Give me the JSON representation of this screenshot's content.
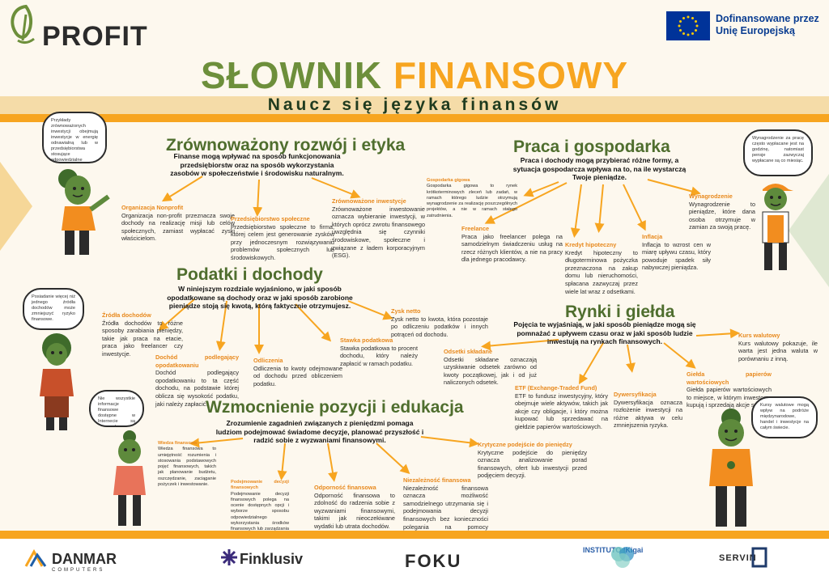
{
  "header": {
    "brand": "PROFIT",
    "eu_text": "Dofinansowane przez Unię Europejską",
    "title_part1": "SŁOWNIK",
    "title_part2": "FINANSOWY",
    "subtitle": "Naucz się języka finansów"
  },
  "colors": {
    "green": "#6d8f3b",
    "orange": "#f7a520",
    "dark_green": "#4f6e2e",
    "eu_blue": "#003399"
  },
  "bubbles": {
    "b1": "Przykłady zrównoważonych inwestycji obejmują inwestycje w energię odnawialną lub w przedsiębiorstwa stosujące odpowiedzialne praktyki pracownicze i środowiskowe.",
    "b2": "Wynagrodzenie za pracę często wypłacane jest na godzinę, natomiast pensje zazwyczaj wypłacane są co miesiąc.",
    "b3": "Posiadanie więcej niż jednego źródła dochodów może zmniejszyć ryzyko finansowe.",
    "b4": "Nie wszystkie informacje finansowe dostępne w Internecie są wiarygodne.",
    "b5": "Kursy walutowe mogą wpływ na podróże międzynarodowe, handel i inwestycje na całym świecie."
  },
  "sections": {
    "s1": {
      "title": "Zrównoważony rozwój i etyka",
      "lead": "Finanse mogą wpływać na sposób funkcjonowania przedsiębiorstw oraz na sposób wykorzystania zasobów w społeczeństwie i środowisku naturalnym.",
      "terms": [
        {
          "t": "Organizacja Nonprofit",
          "d": "Organizacja non-profit przeznacza swoje dochody na realizację misji lub celów społecznych, zamiast wypłacać zyski właścicielom."
        },
        {
          "t": "Przedsiębiorstwo społeczne",
          "d": "Przedsiębiorstwo społeczne to firma, której celem jest generowanie zysków przy jednoczesnym rozwiązywaniu problemów społecznych lub środowiskowych."
        },
        {
          "t": "Zrównoważone inwestycje",
          "d": "Zrównoważone inwestowanie oznacza wybieranie inwestycji, w których oprócz zwrotu finansowego uwzględnia się czynniki środowiskowe, społeczne i związane z ładem korporacyjnym (ESG)."
        }
      ]
    },
    "s2": {
      "title": "Praca i gospodarka",
      "lead": "Praca i dochody mogą przybierać różne formy, a sytuacja gospodarcza wpływa na to, na ile wystarczą Twoje pieniądze.",
      "terms": [
        {
          "t": "Gospodarka gigowa",
          "d": "Gospodarka gigowa to rynek krótkoterminowych zleceń lub zadań, w ramach którego ludzie otrzymują wynagrodzenie za realizację poszczególnych projektów, a nie w ramach stałego zatrudnienia."
        },
        {
          "t": "Freelance",
          "d": "Praca jako freelancer polega na samodzielnym świadczeniu usług na rzecz różnych klientów, a nie na pracy dla jednego pracodawcy."
        },
        {
          "t": "Kredyt hipoteczny",
          "d": "Kredyt hipoteczny to długoterminowa pożyczka przeznaczona na zakup domu lub nieruchomości, spłacana zazwyczaj przez wiele lat wraz z odsetkami."
        },
        {
          "t": "Inflacja",
          "d": "Inflacja to wzrost cen w miarę upływu czasu, który powoduje spadek siły nabywczej pieniądza."
        },
        {
          "t": "Wynagrodzenie",
          "d": "Wynagrodzenie to pieniądze, które dana osoba otrzymuje w zamian za swoją pracę."
        }
      ]
    },
    "s3": {
      "title": "Podatki i dochody",
      "lead": "W niniejszym rozdziale wyjaśniono, w jaki sposób opodatkowane są dochody oraz w jaki sposób zarobione pieniądze stoją się kwotą, którą faktycznie otrzymujesz.",
      "terms": [
        {
          "t": "Źródła dochodów",
          "d": "Źródła dochodów to różne sposoby zarabiania pieniędzy, takie jak praca na etacie, praca jako freelancer czy inwestycje."
        },
        {
          "t": "Dochód podlegający opodatkowaniu",
          "d": "Dochód podlegający opodatkowaniu to ta część dochodu, na podstawie której oblicza się wysokość podatku, jaki należy zapłacić."
        },
        {
          "t": "Odliczenia",
          "d": "Odliczenia to kwoty odejmowane od dochodu przed obliczeniem podatku."
        },
        {
          "t": "Stawka podatkowa",
          "d": "Stawka podatkowa to procent dochodu, który należy zapłacić w ramach podatku."
        },
        {
          "t": "Zysk netto",
          "d": "Zysk netto to kwota, która pozostaje po odliczeniu podatków i innych potrąceń od dochodu."
        }
      ]
    },
    "s4": {
      "title": "Rynki i giełda",
      "lead": "Pojęcia te wyjaśniają, w jaki sposób pieniądze mogą się pomnażać z upływem czasu oraz w jaki sposób ludzie inwestują na rynkach finansowych.",
      "terms": [
        {
          "t": "Odsetki składane",
          "d": "Odsetki składane oznaczają uzyskiwanie odsetek zarówno od kwoty początkowej, jak i od już naliczonych odsetek."
        },
        {
          "t": "ETF (Exchange-Traded Fund)",
          "d": "ETF to fundusz inwestycyjny, który obejmuje wiele aktywów, takich jak akcje czy obligacje, i który można kupować lub sprzedawać na giełdzie papierów wartościowych."
        },
        {
          "t": "Dywersyfikacja",
          "d": "Dywersyfikacja oznacza rozłożenie inwestycji na różne aktywa w celu zmniejszenia ryzyka."
        },
        {
          "t": "Giełda papierów wartościowych",
          "d": "Giełda papierów wartościowych to miejsce, w którym inwestorzy kupują i sprzedają akcje spółek."
        },
        {
          "t": "Kurs walutowy",
          "d": "Kurs walutowy pokazuje, ile warta jest jedna waluta w porównaniu z inną."
        }
      ]
    },
    "s5": {
      "title": "Wzmocnienie pozycji i edukacja",
      "lead": "Zrozumienie zagadnień związanych z pieniędzmi pomaga ludziom podejmować świadome decyzje, planować przyszłość i radzić sobie z wyzwaniami finansowymi.",
      "terms": [
        {
          "t": "Wiedza finansowa",
          "d": "Wiedza finansowa to umiejętność rozumienia i stosowania podstawowych pojęć finansowych, takich jak planowanie budżetu, oszczędzanie, zaciąganie pożyczek i inwestowanie."
        },
        {
          "t": "Podejmowanie decyzji finansowych",
          "d": "Podejmowanie decyzji finansowych polega na ocenie dostępnych opcji i wyborze sposobu odpowiedzialnego wykorzystania środków finansowych lub zarządzania nimi."
        },
        {
          "t": "Odporność finansowa",
          "d": "Odporność finansowa to zdolność do radzenia sobie z wyzwaniami finansowymi, takimi jak nieoczekiwane wydatki lub utrata dochodów."
        },
        {
          "t": "Niezależność finansowa",
          "d": "Niezależność finansowa oznacza możliwość samodzielnego utrzymania się i podejmowania decyzji finansowych bez konieczności polegania na pomocy finansowej innych osób."
        },
        {
          "t": "Krytyczne podejście do pieniędzy",
          "d": "Krytyczne podejście do pieniędzy oznacza analizowanie porad finansowych, ofert lub inwestycji przed podjęciem decyzji."
        }
      ]
    }
  },
  "footer": {
    "logos": [
      "DANMAR",
      "Finklusiv",
      "FOKU",
      "INSTITUTO IKigai",
      "SERVIN"
    ],
    "danmar_sub": "COMPUTERS"
  }
}
